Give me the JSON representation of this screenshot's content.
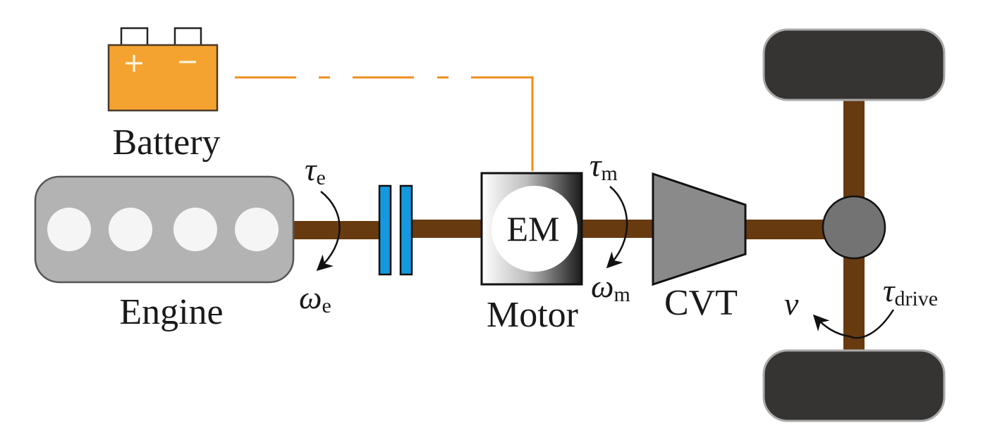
{
  "diagram": {
    "title": "Parallel hybrid electric vehicle powertrain",
    "colors": {
      "shaft": "#673a10",
      "battery_fill": "#f5a330",
      "wire": "#f08c1e",
      "engine_fill": "#b3b3b3",
      "clutch_fill": "#1499e0",
      "cvt_fill": "#8a8a8a",
      "differential_fill": "#737373",
      "wheel_fill": "#353432"
    },
    "components": {
      "battery": {
        "label": "Battery",
        "plus": "+",
        "minus": "−"
      },
      "engine": {
        "label": "Engine",
        "cylinders": 4
      },
      "clutch": {
        "label": ""
      },
      "motor": {
        "label": "Motor",
        "inner_label": "EM"
      },
      "cvt": {
        "label": "CVT"
      },
      "differential": {
        "label": ""
      },
      "wheels": {
        "count": 2
      }
    },
    "symbols": {
      "tau_e": {
        "base": "τ",
        "sub": "e"
      },
      "omega_e": {
        "base": "ω",
        "sub": "e"
      },
      "tau_m": {
        "base": "τ",
        "sub": "m"
      },
      "omega_m": {
        "base": "ω",
        "sub": "m"
      },
      "tau_drive": {
        "base": "τ",
        "sub": "drive"
      },
      "v": {
        "base": "v"
      }
    }
  }
}
